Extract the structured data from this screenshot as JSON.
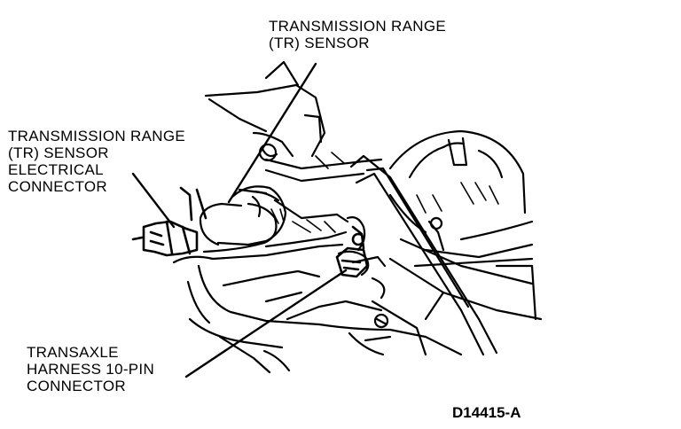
{
  "callouts": {
    "tr_sensor": [
      "TRANSMISSION RANGE",
      "(TR) SENSOR"
    ],
    "tr_sensor_connector": [
      "TRANSMISSION RANGE",
      "(TR) SENSOR",
      "ELECTRICAL",
      "CONNECTOR"
    ],
    "harness_connector": [
      "TRANSAXLE",
      "HARNESS 10-PIN",
      "CONNECTOR"
    ]
  },
  "figure_id": "D14415-A",
  "colors": {
    "ink": "#000000",
    "paper": "#ffffff"
  }
}
